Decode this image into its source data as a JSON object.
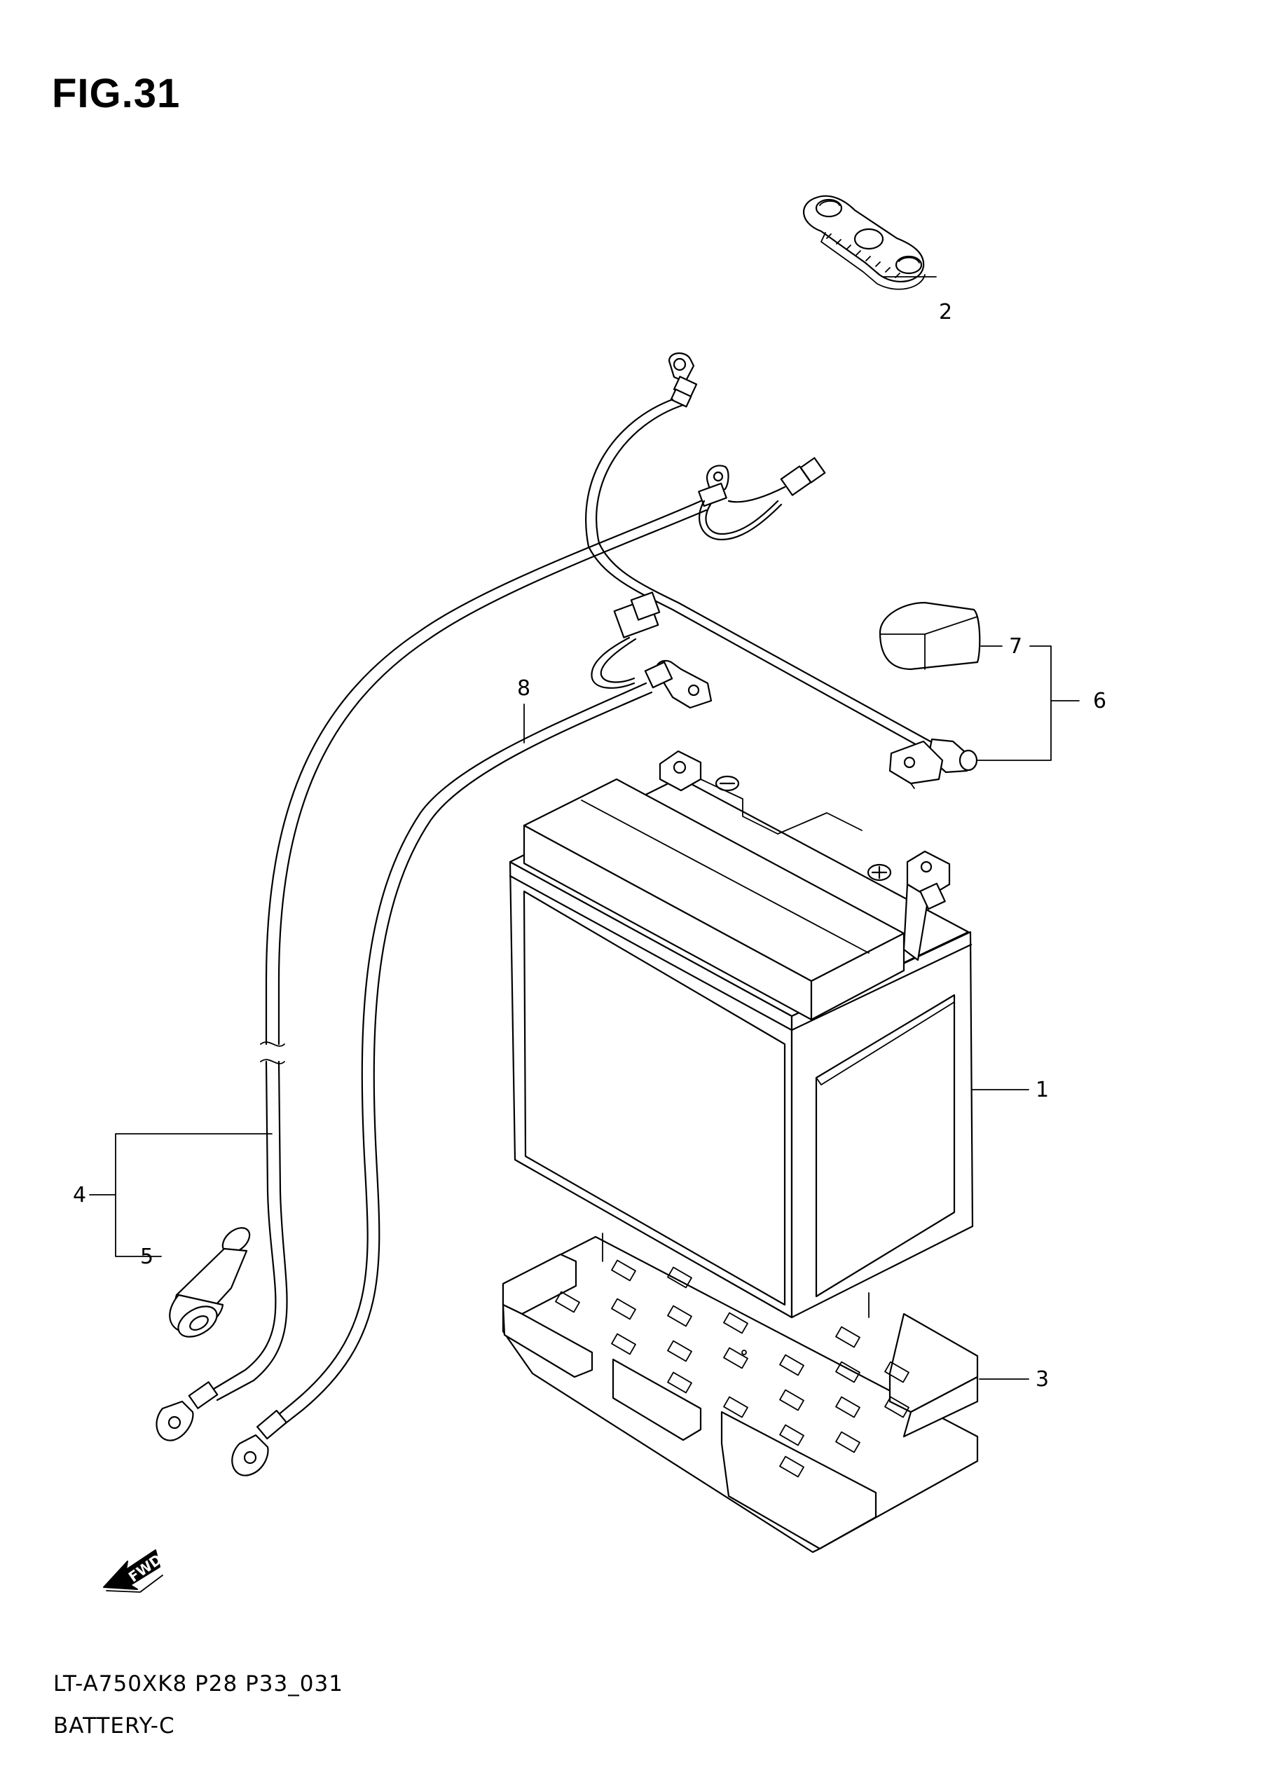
{
  "figure": {
    "title": "FIG.31"
  },
  "footer": {
    "model_code": "LT-A750XK8 P28 P33_031",
    "section_name": "BATTERY-C"
  },
  "callouts": {
    "c1": "1",
    "c2": "2",
    "c3": "3",
    "c4": "4",
    "c5": "5",
    "c6": "6",
    "c7": "7",
    "c8": "8"
  },
  "fwd_arrow": {
    "label": "FWD"
  },
  "parts": [
    "battery",
    "battery-cover-strap",
    "battery-tray",
    "negative-cable-assembly",
    "terminal-boot",
    "positive-cable-assembly",
    "positive-terminal-cap",
    "starter-lead-cable"
  ],
  "colors": {
    "ink": "#000000",
    "paper": "#ffffff"
  }
}
